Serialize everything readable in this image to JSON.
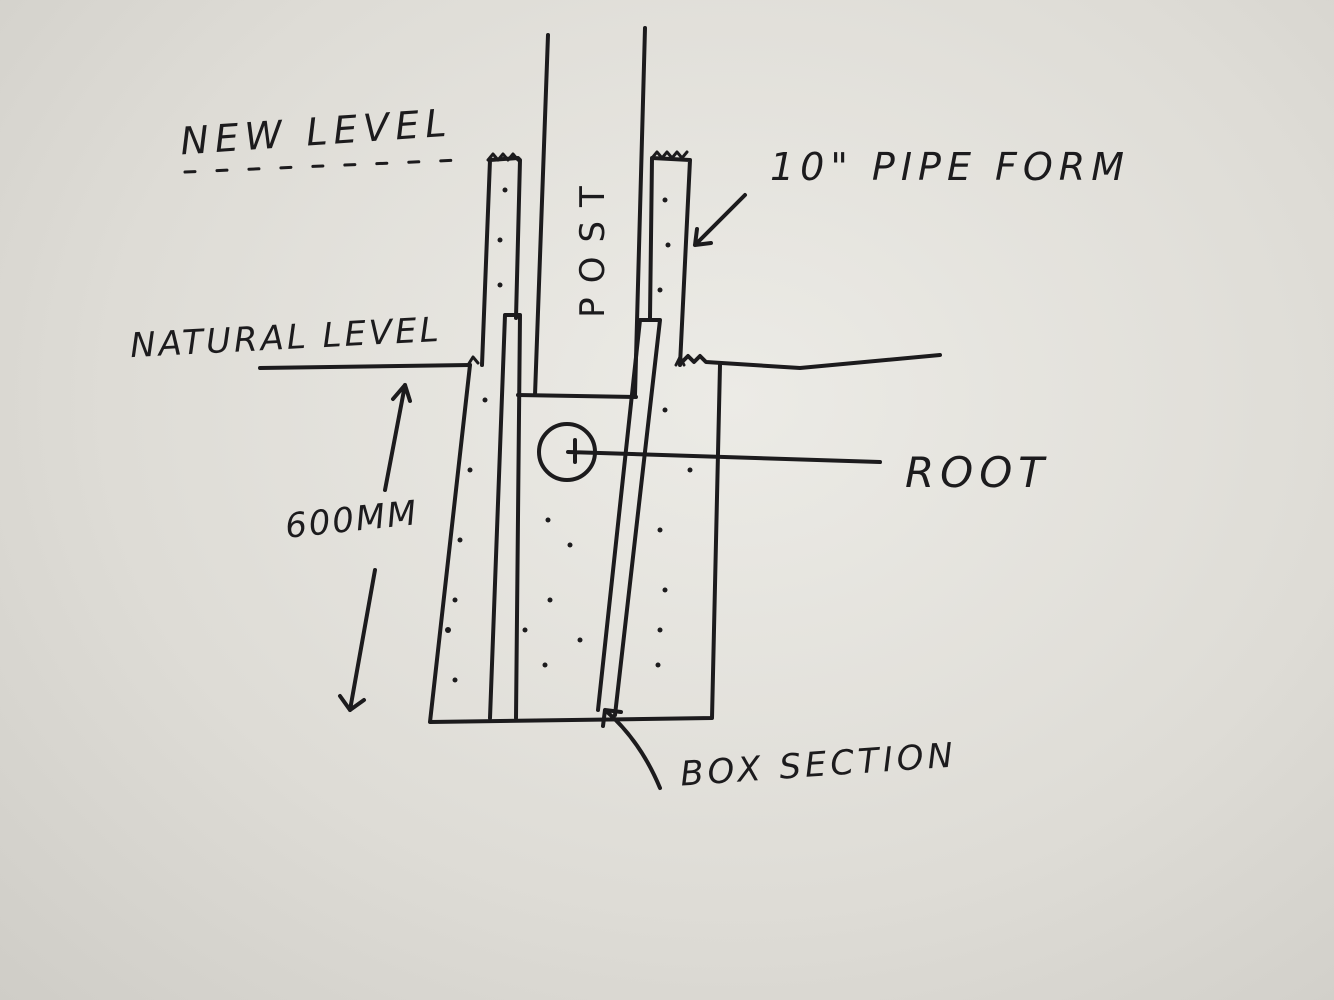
{
  "labels": {
    "new_level": "NEW LEVEL",
    "pipe_form": "10\" PIPE FORM",
    "natural_level": "NATURAL LEVEL",
    "post": "POST",
    "root": "ROOT",
    "depth": "600MM",
    "box_section": "BOX SECTION"
  },
  "colors": {
    "ink": "#1c1b1d",
    "paper": "#e6e5e0"
  }
}
